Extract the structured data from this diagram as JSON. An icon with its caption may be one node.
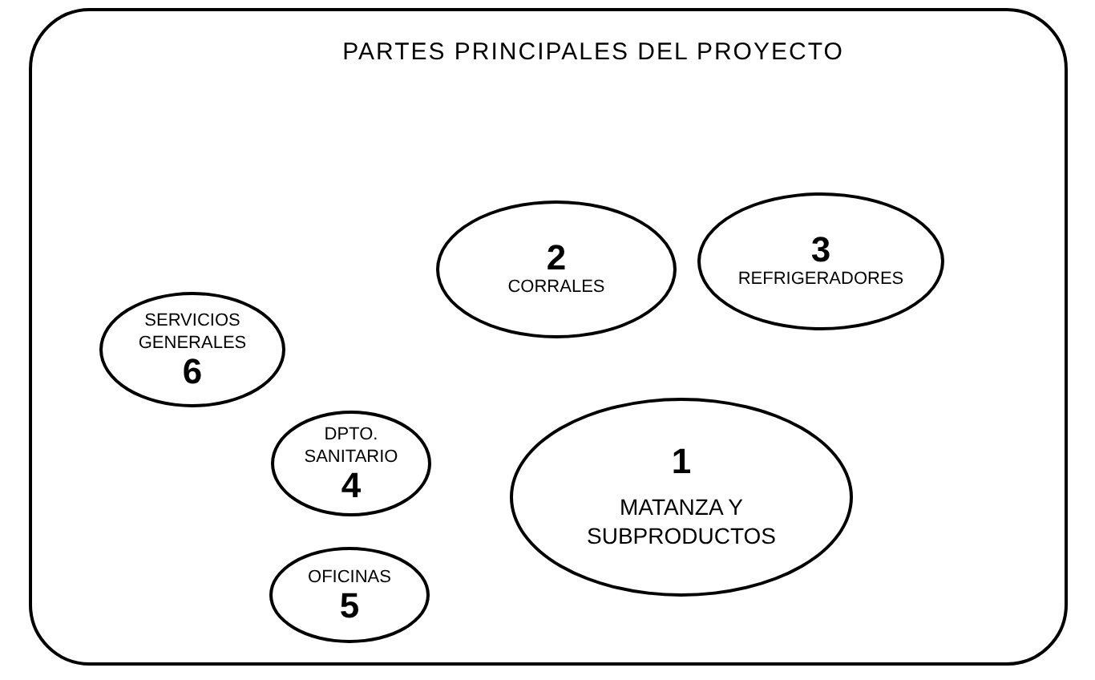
{
  "diagram": {
    "title": "PARTES PRINCIPALES DEL PROYECTO",
    "nodes": [
      {
        "text": [
          "2",
          "CORRALES"
        ]
      },
      {
        "text": [
          "3",
          "REFRIGERADORES"
        ]
      },
      {
        "text": [
          "SERVICIOS GENERALES",
          "6"
        ]
      },
      {
        "text": [
          "DPTO. SANITARIO",
          "4"
        ]
      },
      {
        "text": [
          "1",
          "MATANZA Y SUBPRODUCTOS"
        ]
      },
      {
        "text": [
          "OFICINAS",
          "5"
        ]
      }
    ]
  }
}
